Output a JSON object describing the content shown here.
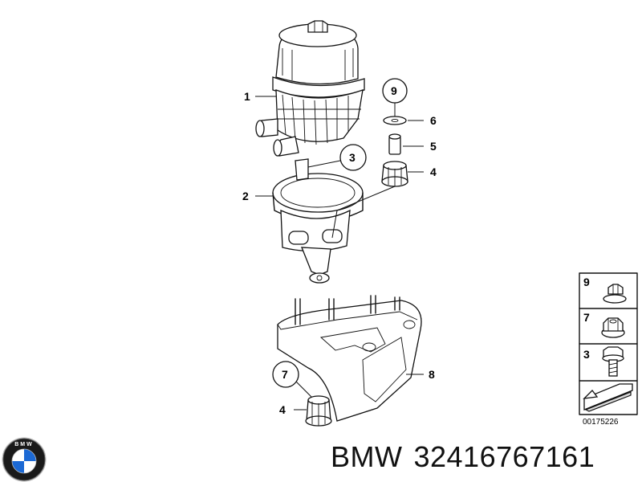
{
  "callouts": {
    "c1": "1",
    "c2": "2",
    "c3": "3",
    "c4a": "4",
    "c4b": "4",
    "c5": "5",
    "c6": "6",
    "c7": "7",
    "c8": "8",
    "c9": "9"
  },
  "legend": {
    "items": [
      "9",
      "7",
      "3"
    ],
    "code": "00175226"
  },
  "footer": {
    "brand": "BMW",
    "part_number": "32416767161"
  },
  "logo": {
    "text": "BMW",
    "colors": {
      "ring": "#1a1a1a",
      "blue": "#1c69d4",
      "white": "#ffffff"
    }
  },
  "icons": [
    "bmw-logo-icon",
    "arrow-icon",
    "nut-icon",
    "bolt-icon",
    "washer-icon"
  ]
}
